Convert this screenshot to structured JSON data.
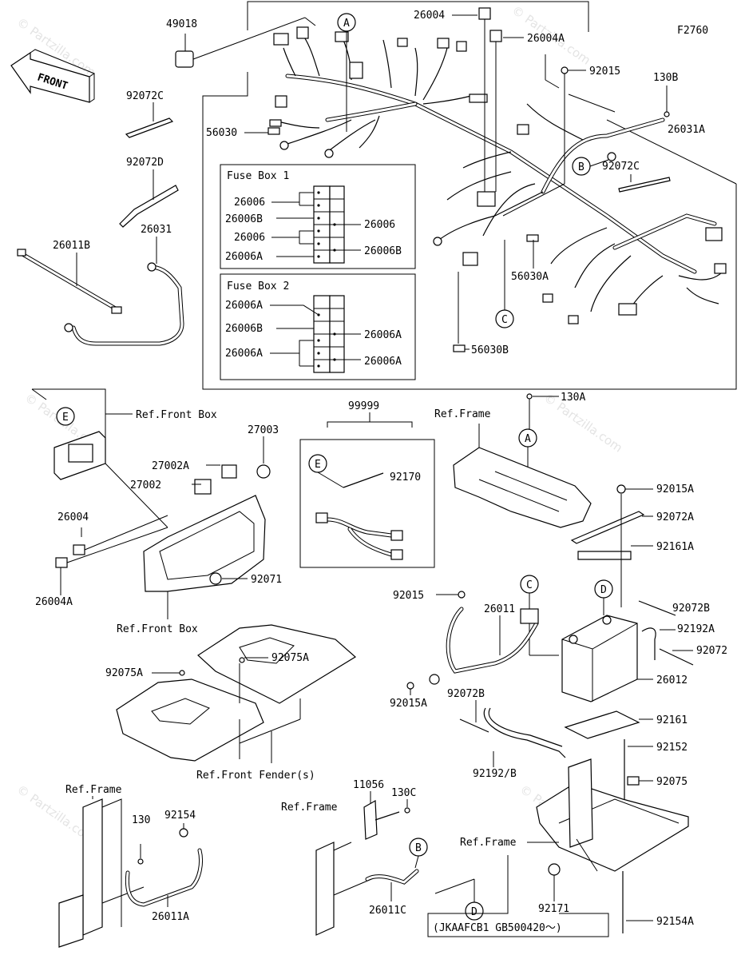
{
  "figure_code": "F2760",
  "front_label": "FRONT",
  "watermark": "© Partzilla.com",
  "fuse_box_1": {
    "title": "Fuse Box 1",
    "left": [
      "26006",
      "26006B",
      "26006",
      "26006A"
    ],
    "right": [
      "26006",
      "26006B"
    ]
  },
  "fuse_box_2": {
    "title": "Fuse Box 2",
    "left": [
      "26006A",
      "26006B",
      "26006A"
    ],
    "right": [
      "26006A",
      "26006A"
    ]
  },
  "callouts": [
    "A",
    "B",
    "C",
    "D",
    "E"
  ],
  "labels": {
    "p49018": "49018",
    "p26004_top": "26004",
    "p26004A_top": "26004A",
    "p92015_top": "92015",
    "p130B": "130B",
    "p26031A": "26031A",
    "p92072C_left": "92072C",
    "p92072D": "92072D",
    "p56030": "56030",
    "p92072C_right": "92072C",
    "p26031": "26031",
    "p26011B": "26011B",
    "p56030A": "56030A",
    "p56030B": "56030B",
    "ref_front_box_1": "Ref.Front Box",
    "p99999": "99999",
    "p130A": "130A",
    "ref_frame_1": "Ref.Frame",
    "p27003": "27003",
    "p27002A": "27002A",
    "p27002": "27002",
    "p92170": "92170",
    "p92015A_top": "92015A",
    "p92072A": "92072A",
    "p26004_mid": "26004",
    "p92161A": "92161A",
    "p26004A_mid": "26004A",
    "p92071": "92071",
    "ref_front_box_2": "Ref.Front Box",
    "p92075A_1": "92075A",
    "p92015_mid": "92015",
    "p26011": "26011",
    "p92072B_r": "92072B",
    "p92192A": "92192A",
    "p92072": "92072",
    "p92075A_2": "92075A",
    "p26012": "26012",
    "p92072B_b": "92072B",
    "p92015A_mid": "92015A",
    "p92161": "92161",
    "p92152": "92152",
    "p92192B": "92192/B",
    "ref_front_fender": "Ref.Front Fender(s)",
    "p92075": "92075",
    "ref_frame_2": "Ref.Frame",
    "p130": "130",
    "p92154": "92154",
    "p130C": "130C",
    "p11056": "11056",
    "ref_frame_3": "Ref.Frame",
    "ref_frame_4": "Ref.Frame",
    "p26011A": "26011A",
    "p26011C": "26011C",
    "p92171": "92171",
    "p92154A": "92154A",
    "serial_note": "(JKAAFCB1 GB500420～)"
  }
}
